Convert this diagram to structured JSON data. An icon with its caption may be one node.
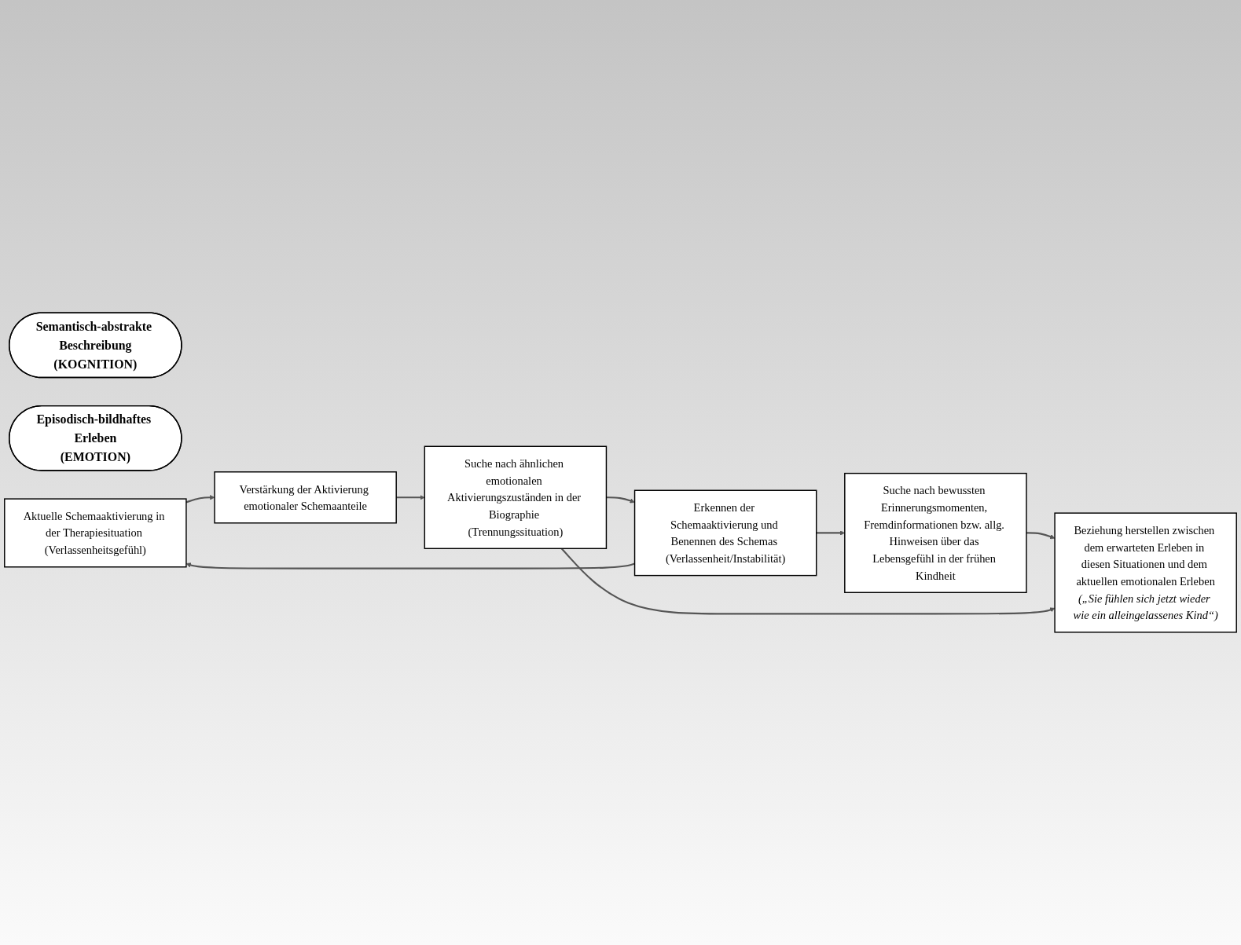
{
  "diagram": {
    "nodes": [
      {
        "text": [
          "Semantisch-abstrakte Beschreibung",
          "(KOGNITION)"
        ]
      },
      {
        "text": [
          "Episodisch-bildhaftes Erleben",
          "(EMOTION)"
        ]
      },
      {
        "text": [
          "Aktuelle Schemaaktivierung in der Therapiesituation (Verlassenheitsgefühl)"
        ]
      },
      {
        "text": [
          "Erkennen der Schemaaktivierung und Benennen des Schemas (Verlassenheit/Instabilität)"
        ]
      },
      {
        "text": [
          "Suche nach bewussten Erinnerungsmomenten, Fremdinformationen bzw. allg. Hinweisen über das Lebensgefühl in der frühen Kindheit"
        ]
      },
      {
        "text": [
          "Verstärkung der Aktivierung emotionaler Schemaanteile"
        ]
      },
      {
        "text": [
          "Suche nach ähnlichen emotionalen Aktivierungszuständen in der Biographie (Trennungssituation)"
        ]
      },
      {
        "text": [
          "Beziehung herstellen zwischen dem erwarteten Erleben in diesen Situationen und dem aktuellen emotionalen Erleben",
          "(„Sie fühlen sich jetzt wieder wie ein alleingelassenes Kind“)"
        ]
      }
    ],
    "edges": [
      {
        "from": 3,
        "to": 2,
        "arrow": "to"
      },
      {
        "from": 2,
        "to": 5,
        "arrow": "to"
      },
      {
        "from": 5,
        "to": 6,
        "arrow": "to"
      },
      {
        "from": 6,
        "to": 3,
        "arrow": "to"
      },
      {
        "from": 3,
        "to": 4,
        "arrow": "to"
      },
      {
        "from": 4,
        "to": 7,
        "arrow": "to"
      },
      {
        "from": 6,
        "to": 7,
        "arrow": "to"
      }
    ]
  }
}
